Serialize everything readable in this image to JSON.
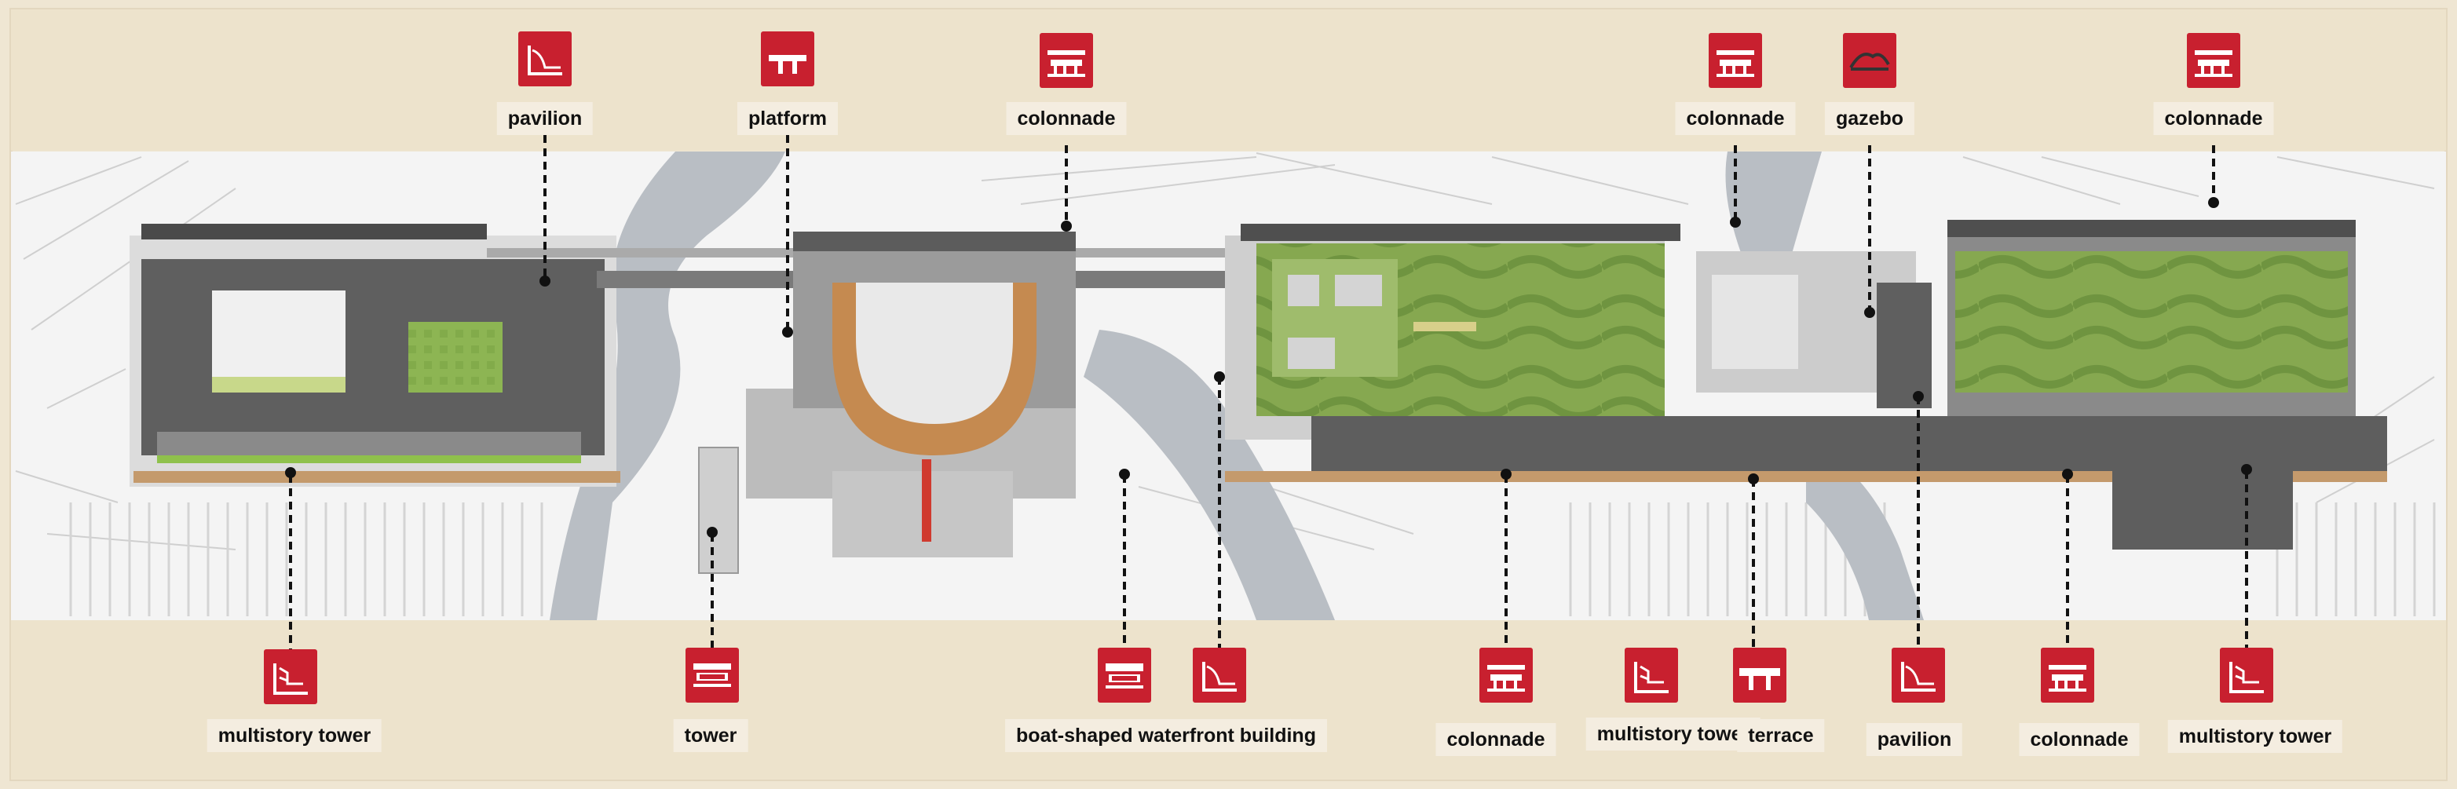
{
  "colors": {
    "parchment": "#efe6d3",
    "icon_red": "#c8202f",
    "roof_dark": "#5f5f5f",
    "water": "#b9bec4",
    "roof_garden": "#7ea04a",
    "leader_line": "#111111"
  },
  "top_callouts": [
    {
      "id": "pavilion-1",
      "label": "pavilion",
      "icon": "pavilion-icon"
    },
    {
      "id": "platform",
      "label": "platform",
      "icon": "platform-icon"
    },
    {
      "id": "colonnade-1",
      "label": "colonnade",
      "icon": "colonnade-icon"
    },
    {
      "id": "colonnade-2",
      "label": "colonnade",
      "icon": "colonnade-icon"
    },
    {
      "id": "gazebo",
      "label": "gazebo",
      "icon": "gazebo-icon"
    },
    {
      "id": "colonnade-3",
      "label": "colonnade",
      "icon": "colonnade-icon"
    }
  ],
  "bottom_callouts": [
    {
      "id": "multistory-tower-1",
      "label": "multistory tower",
      "icon": "multistory-tower-icon"
    },
    {
      "id": "tower",
      "label": "tower",
      "icon": "tower-icon"
    },
    {
      "id": "boat-shaped-waterfront-building",
      "label": "boat-shaped waterfront building",
      "icon": "boat-building-icon"
    },
    {
      "id": "colonnade-4",
      "label": "colonnade",
      "icon": "colonnade-icon"
    },
    {
      "id": "multistory-tower-2",
      "label": "multistory tower",
      "icon": "multistory-tower-icon"
    },
    {
      "id": "terrace",
      "label": "terrace",
      "icon": "terrace-icon"
    },
    {
      "id": "pavilion-2",
      "label": "pavilion",
      "icon": "pavilion-icon"
    },
    {
      "id": "colonnade-5",
      "label": "colonnade",
      "icon": "colonnade-icon"
    },
    {
      "id": "multistory-tower-3",
      "label": "multistory tower",
      "icon": "multistory-tower-icon"
    }
  ]
}
